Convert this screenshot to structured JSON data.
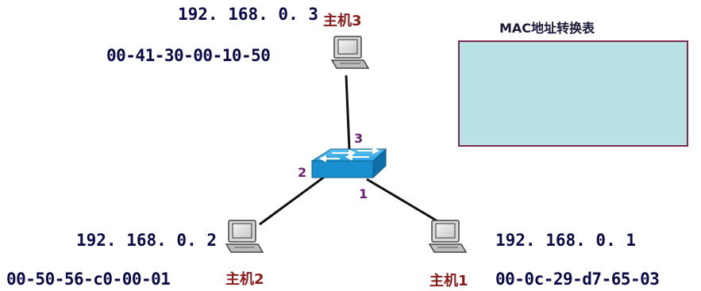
{
  "hosts": [
    {
      "id": "host3",
      "label": "主机3",
      "ip": "192. 168. 0. 3",
      "mac": "00-41-30-00-10-50",
      "port": "3"
    },
    {
      "id": "host2",
      "label": "主机2",
      "ip": "192. 168. 0. 2",
      "mac": "00-50-56-c0-00-01",
      "port": "2"
    },
    {
      "id": "host1",
      "label": "主机1",
      "ip": "192. 168. 0. 1",
      "mac": "00-0c-29-d7-65-03",
      "port": "1"
    }
  ],
  "mac_table": {
    "title": "MAC地址转换表",
    "entries": []
  },
  "colors": {
    "ip_text": "#0a0a4a",
    "host_label": "#8b1a1a",
    "port_label": "#6b1e74",
    "table_fill": "#b9e2e4",
    "table_border": "#7a2a52",
    "switch": "#1a8fd0",
    "link": "#111111"
  },
  "icons": {
    "switch": "switch-icon",
    "computer": "computer-icon"
  }
}
